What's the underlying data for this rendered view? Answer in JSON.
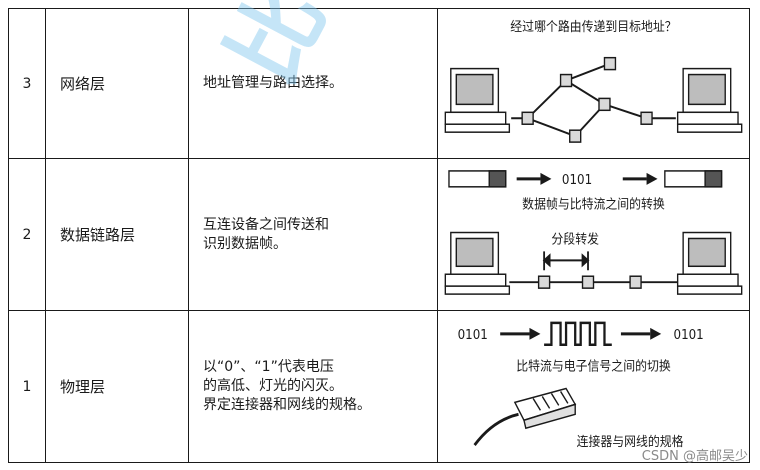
{
  "rows": [
    {
      "number": "3",
      "layer": "网络层",
      "desc_lines": [
        "地址管理与路由选择。"
      ]
    },
    {
      "number": "2",
      "layer": "数据链路层",
      "desc_lines": [
        "互连设备之间传送和",
        "识别数据帧。"
      ]
    },
    {
      "number": "1",
      "layer": "物理层",
      "desc_lines": [
        "以“0”、“1”代表电压",
        "的高低、灯光的闪灭。",
        "界定连接器和网线的规格。"
      ]
    }
  ],
  "figures": {
    "network": {
      "caption": "经过哪个路由传递到目标地址？"
    },
    "datalink": {
      "bits": "0101",
      "caption": "数据帧与比特流之间的转换",
      "segment_label": "分段转发"
    },
    "physical": {
      "bits_in": "0101",
      "bits_out": "0101",
      "caption": "比特流与电子信号之间的切换",
      "connector_caption": "连接器与网线的规格"
    }
  },
  "watermark": {
    "text": "比特就"
  },
  "credit": "CSDN @高邮吴少",
  "colors": {
    "line": "#1a1a1a",
    "node_fill": "#d9d9d9",
    "frame_dark": "#555555",
    "watermark": "#7fc6ee"
  },
  "icons": [
    "computer-icon",
    "router-node-icon",
    "arrow-right-icon",
    "square-wave-icon",
    "network-connector-icon",
    "double-arrow-icon"
  ]
}
